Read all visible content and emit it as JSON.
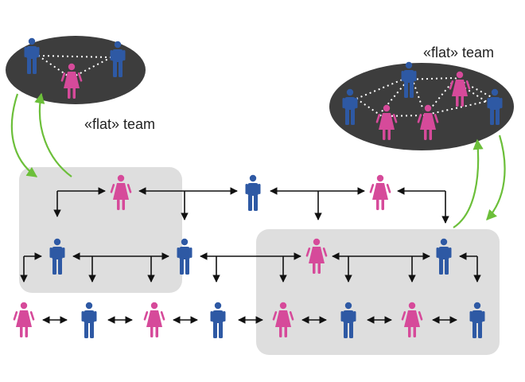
{
  "team_label_left": "«flat» team",
  "team_label_right": "«flat» team",
  "colors": {
    "male": "#2e59a4",
    "female": "#d64a9a",
    "team_bubble": "#3d3d3d",
    "group_box": "#dedede",
    "arrow": "#111111",
    "link_curve": "#6cbf3a",
    "team_links": "#ffffff"
  },
  "icons": {
    "male": "man-icon",
    "female": "woman-icon"
  },
  "hierarchy": {
    "level_1": [
      "female",
      "male",
      "female"
    ],
    "level_2": [
      "male",
      "male",
      "female",
      "male"
    ],
    "level_3": [
      "female",
      "male",
      "female",
      "male",
      "female",
      "male",
      "female",
      "male"
    ]
  },
  "flat_team_left": [
    "male",
    "female",
    "male"
  ],
  "flat_team_right": [
    "male",
    "male",
    "female",
    "female",
    "female",
    "male"
  ]
}
